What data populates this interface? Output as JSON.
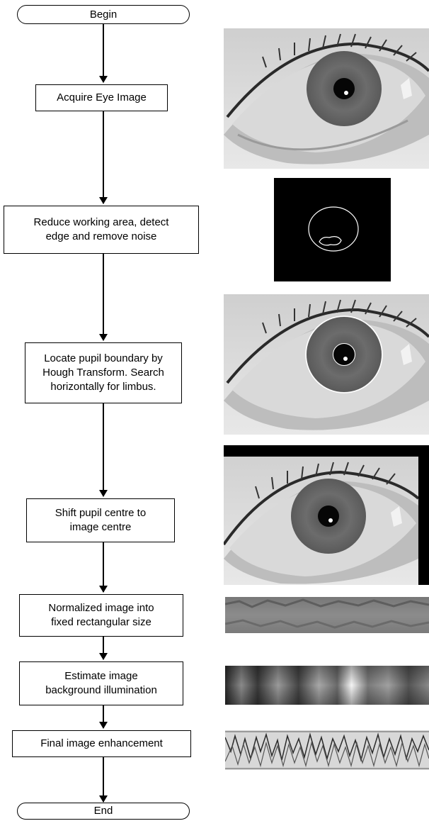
{
  "flow": {
    "begin": "Begin",
    "step1": "Acquire Eye Image",
    "step2": "Reduce working area, detect\nedge and remove noise",
    "step3": "Locate pupil boundary by\nHough Transform. Search\nhorizontally for limbus.",
    "step4": "Shift pupil centre to\nimage centre",
    "step5": "Normalized image into\nfixed rectangular size",
    "step6": "Estimate image\nbackground illumination",
    "step7": "Final image enhancement",
    "end": "End"
  },
  "colors": {
    "line": "#000000",
    "sclera": "#d6d6d6",
    "iris": "#6e6e6e",
    "pupil": "#050505",
    "edge_bg": "#000000",
    "edge_line": "#ffffff"
  }
}
